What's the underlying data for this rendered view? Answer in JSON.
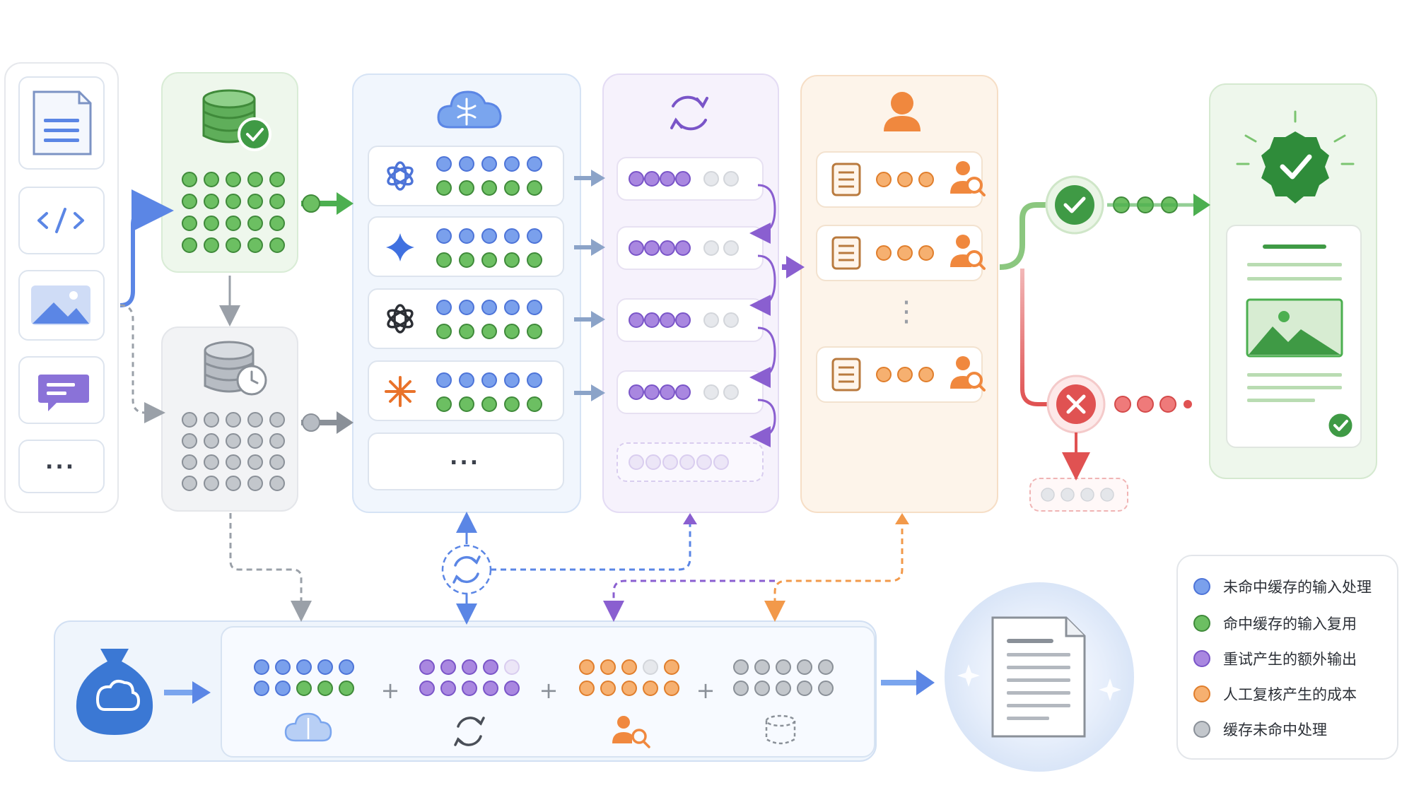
{
  "colors": {
    "blue": "#5b86e5",
    "green": "#4caf50",
    "purple": "#8a5fd0",
    "orange": "#f2994a",
    "gray": "#a8acb3",
    "red": "#e05252"
  },
  "inputs": {
    "items": [
      {
        "icon": "document-icon"
      },
      {
        "icon": "code-icon"
      },
      {
        "icon": "image-icon"
      },
      {
        "icon": "chat-icon"
      },
      {
        "icon": "more-icon",
        "label": "..."
      }
    ]
  },
  "cache_hit": {
    "icon": "database-check-icon"
  },
  "cache_miss": {
    "icon": "database-clock-icon"
  },
  "models": {
    "icon": "cloud-brain-icon",
    "items": [
      {
        "icon": "openai-blue-icon"
      },
      {
        "icon": "sparkle-icon"
      },
      {
        "icon": "openai-black-icon"
      },
      {
        "icon": "asterisk-icon"
      },
      {
        "icon": "more-icon",
        "label": "..."
      }
    ]
  },
  "retry": {
    "icon": "refresh-icon"
  },
  "review": {
    "icon": "person-icon",
    "vertical_ellipsis": "⋮"
  },
  "outcomes": {
    "success_icon": "check-circle-icon",
    "fail_icon": "x-circle-icon",
    "final_icon": "verified-badge-icon"
  },
  "cost": {
    "icon": "money-bag-icon",
    "plus": "+",
    "terms": [
      {
        "icon": "cloud-brain-icon"
      },
      {
        "icon": "refresh-icon"
      },
      {
        "icon": "person-search-icon"
      },
      {
        "icon": "database-icon"
      }
    ],
    "result_icon": "document-icon"
  },
  "legend": {
    "items": [
      {
        "label": "未命中缓存的输入处理",
        "color": "#5b86e5"
      },
      {
        "label": "命中缓存的输入复用",
        "color": "#4caf50"
      },
      {
        "label": "重试产生的额外输出",
        "color": "#8a5fd0"
      },
      {
        "label": "人工复核产生的成本",
        "color": "#f2994a"
      },
      {
        "label": "缓存未命中处理",
        "color": "#a8acb3"
      }
    ]
  }
}
